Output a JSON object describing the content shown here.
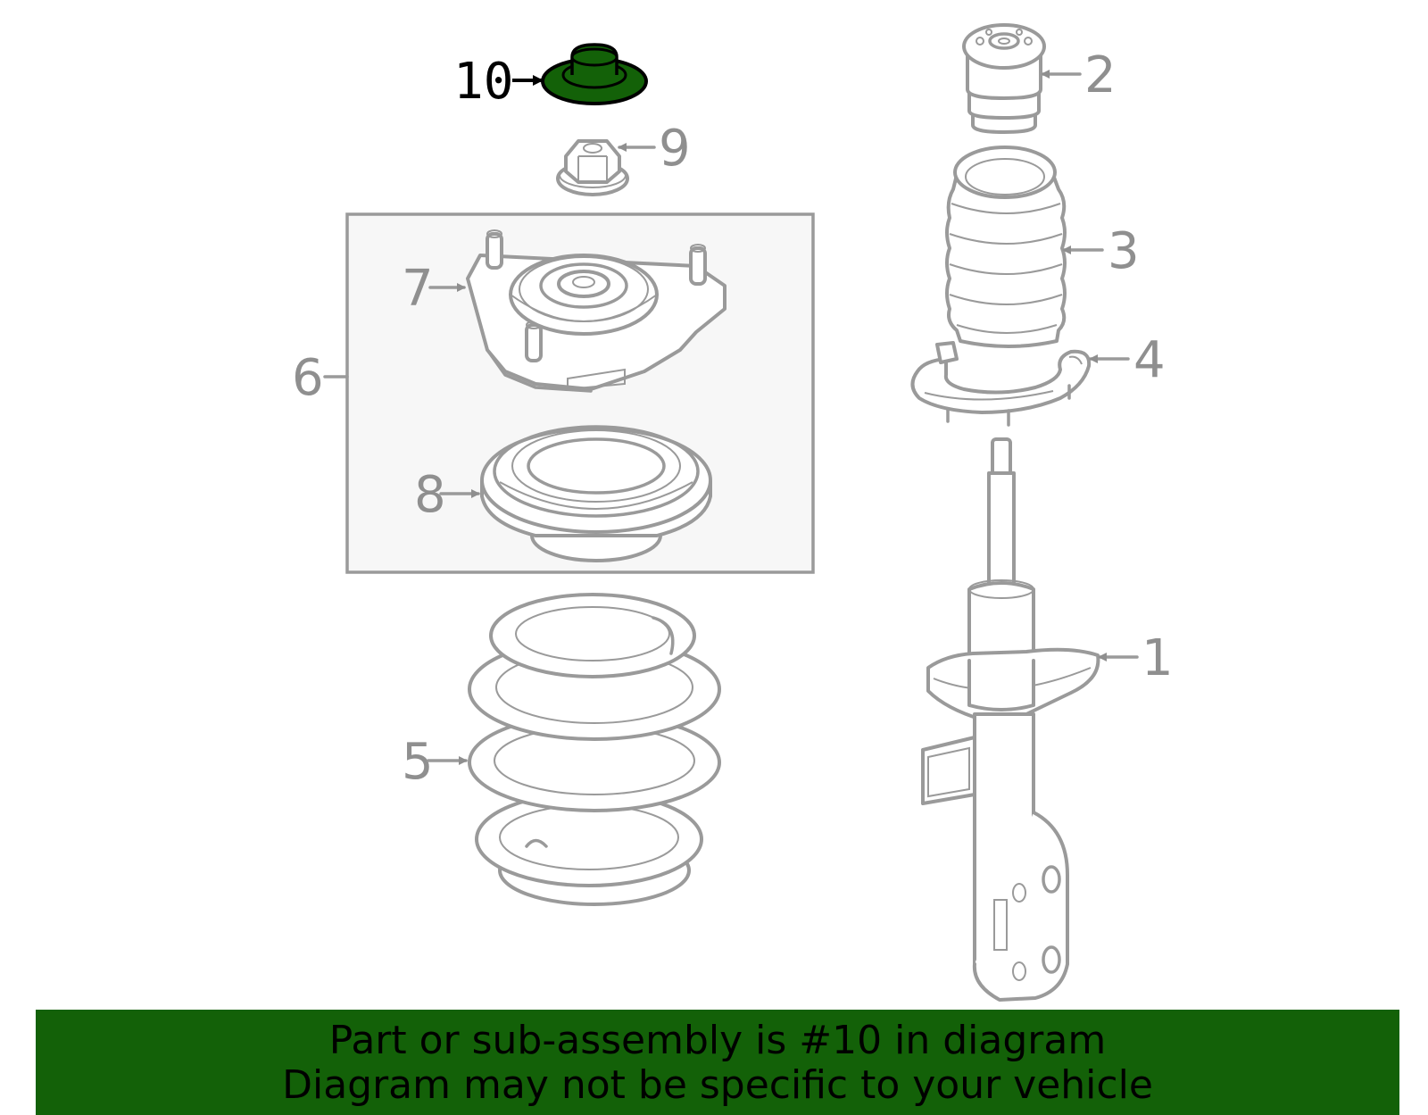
{
  "callouts": [
    {
      "id": "1",
      "label": "1"
    },
    {
      "id": "2",
      "label": "2"
    },
    {
      "id": "3",
      "label": "3"
    },
    {
      "id": "4",
      "label": "4"
    },
    {
      "id": "5",
      "label": "5"
    },
    {
      "id": "6",
      "label": "6"
    },
    {
      "id": "7",
      "label": "7"
    },
    {
      "id": "8",
      "label": "8"
    },
    {
      "id": "9",
      "label": "9"
    },
    {
      "id": "10",
      "label": "10"
    }
  ],
  "highlight": {
    "part": "10",
    "color": "#136108",
    "outline": "#000000"
  },
  "banner": {
    "line1": "Part or sub-assembly is #10 in diagram",
    "line2": "Diagram may not be specific to your vehicle",
    "background": "#136108"
  },
  "colors": {
    "line_art": "#9a9a9a",
    "assembly_box_fill": "#f7f7f7"
  }
}
